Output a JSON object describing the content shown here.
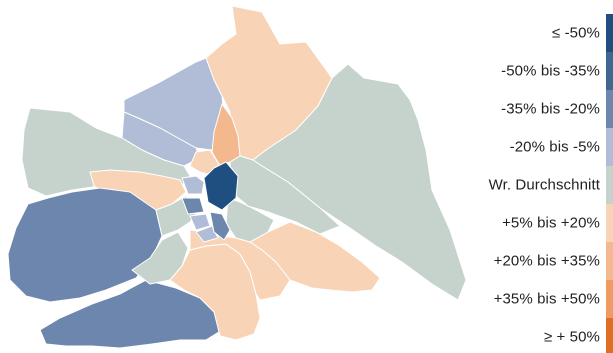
{
  "legend": [
    {
      "label": "≤ -50%",
      "color": "#1f4f80"
    },
    {
      "label": "-50% bis -35%",
      "color": "#3e6792"
    },
    {
      "label": "-35% bis -20%",
      "color": "#6c86ad"
    },
    {
      "label": "-20% bis -5%",
      "color": "#b1bcd6"
    },
    {
      "label": "Wr. Durchschnitt",
      "color": "#c5d3cc"
    },
    {
      "label": "+5% bis +20%",
      "color": "#f8d3b6"
    },
    {
      "label": "+20% bis +35%",
      "color": "#f4b88f"
    },
    {
      "label": "+35% bis +50%",
      "color": "#ee9a60"
    },
    {
      "label": "≥ + 50%",
      "color": "#df6e22"
    }
  ],
  "colors": {
    "background": "#ffffff",
    "border": "#ffffff"
  }
}
